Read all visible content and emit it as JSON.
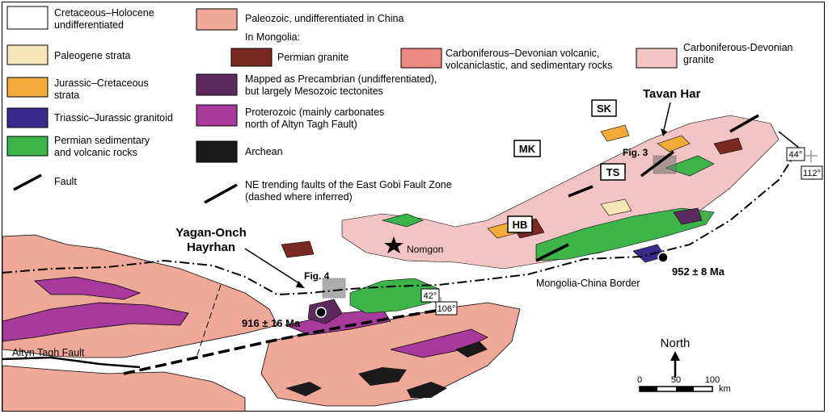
{
  "legend": {
    "items": [
      {
        "line1": "Cretaceous–Holocene",
        "line2": "undifferentiated",
        "color": "#ffffff"
      },
      {
        "line1": "Paleogene strata",
        "line2": "",
        "color": "#f7e6b8"
      },
      {
        "line1": "Jurassic–Cretaceous",
        "line2": "strata",
        "color": "#f2aa38"
      },
      {
        "line1": "Triassic–Jurassic granitoid",
        "line2": "",
        "color": "#3a2a8c"
      },
      {
        "line1": "Permian sedimentary",
        "line2": "and volcanic rocks",
        "color": "#3cb44a"
      },
      {
        "line1": "Paleozoic, undifferentiated in China",
        "line2": "",
        "color": "#f0a898"
      },
      {
        "line1": "Permian granite",
        "line2": "",
        "color": "#7a2a22"
      },
      {
        "line1": "Mapped as Precambrian (undifferentiated),",
        "line2": "but largely Mesozoic tectonites",
        "color": "#5e2a5e"
      },
      {
        "line1": "Proterozoic (mainly carbonates",
        "line2": "north of Altyn Tagh Fault)",
        "color": "#a83a9c"
      },
      {
        "line1": "Archean",
        "line2": "",
        "color": "#1a1a1a"
      },
      {
        "line1": "Carboniferous–Devonian volcanic,",
        "line2": "volcaniclastic, and sedimentary rocks",
        "color": "#ee8a80"
      },
      {
        "line1": "Carboniferous-Devonian",
        "line2": "granite",
        "color": "#f3c4c4"
      }
    ],
    "mongolia_header": "In Mongolia:",
    "fault_label": "Fault",
    "ne_fault_line1": "NE trending faults of the East Gobi Fault Zone",
    "ne_fault_line2": "(dashed where inferred)"
  },
  "map": {
    "yagan_line1": "Yagan-Onch",
    "yagan_line2": "Hayrhan",
    "tavan_har": "Tavan Har",
    "fig3": "Fig. 3",
    "fig4": "Fig. 4",
    "sk": "SK",
    "mk": "MK",
    "ts": "TS",
    "hb": "HB",
    "nomgon": "Nomgon",
    "age1": "952 ± 8 Ma",
    "age2": "916 ± 16 Ma",
    "border": "Mongolia-China Border",
    "altyn": "Altyn Tagh Fault",
    "lat44": "44°",
    "lon112": "112°",
    "lat42": "42°",
    "lon106": "106°",
    "north": "North",
    "scale_0": "0",
    "scale_50": "50",
    "scale_100": "100",
    "scale_unit": "km"
  }
}
